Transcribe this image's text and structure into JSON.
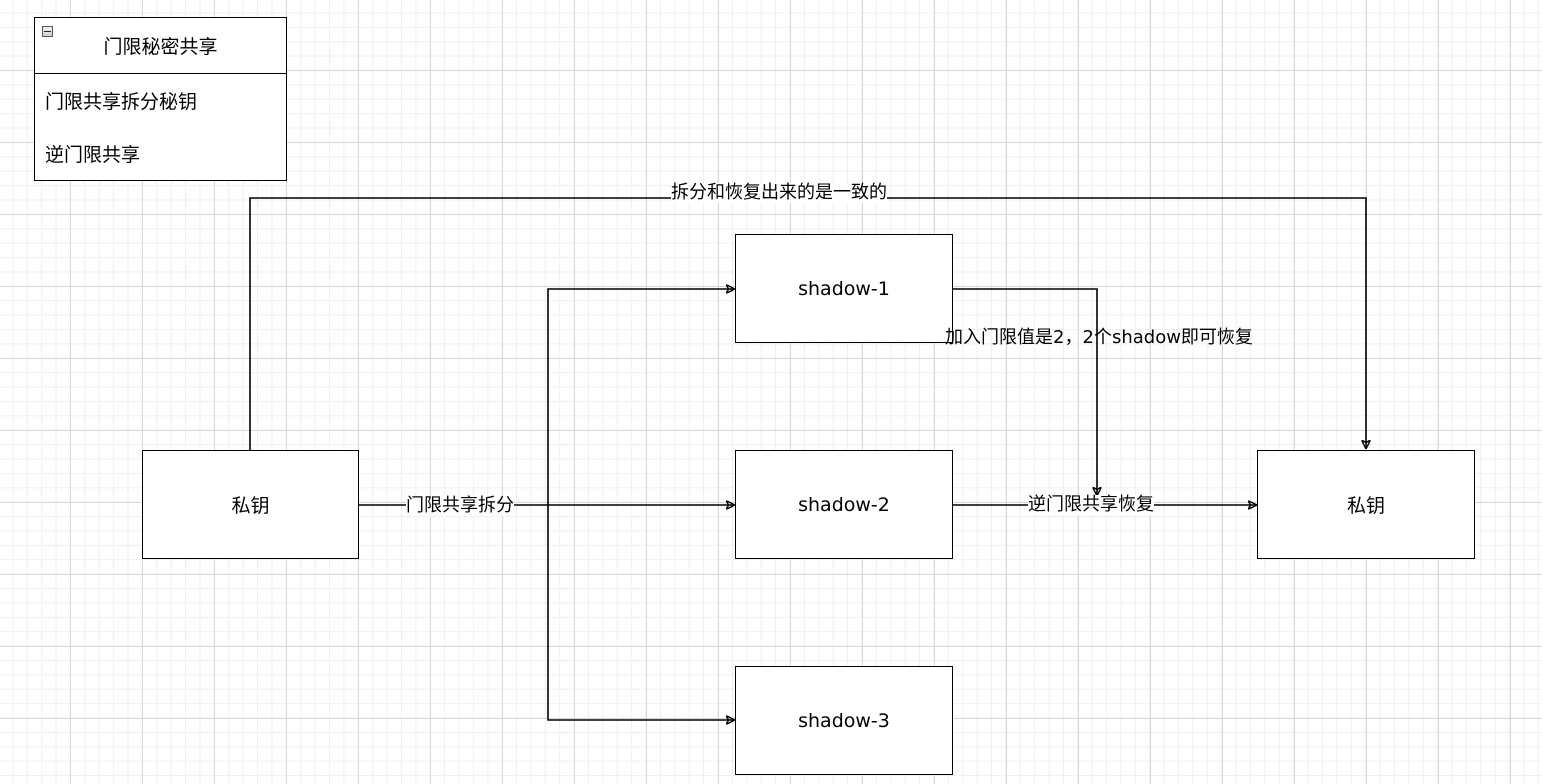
{
  "legend": {
    "title": "门限秘密共享",
    "items": [
      {
        "label": "门限共享拆分秘钥"
      },
      {
        "label": "逆门限共享"
      }
    ]
  },
  "nodes": {
    "source_key": "私钥",
    "shadow_1": "shadow-1",
    "shadow_2": "shadow-2",
    "shadow_3": "shadow-3",
    "recovered_key": "私钥"
  },
  "edges": {
    "split": "门限共享拆分",
    "recover": "逆门限共享恢复",
    "threshold_note": "加入门限值是2，2个shadow即可恢复",
    "consistency_note": "拆分和恢复出来的是一致的"
  }
}
